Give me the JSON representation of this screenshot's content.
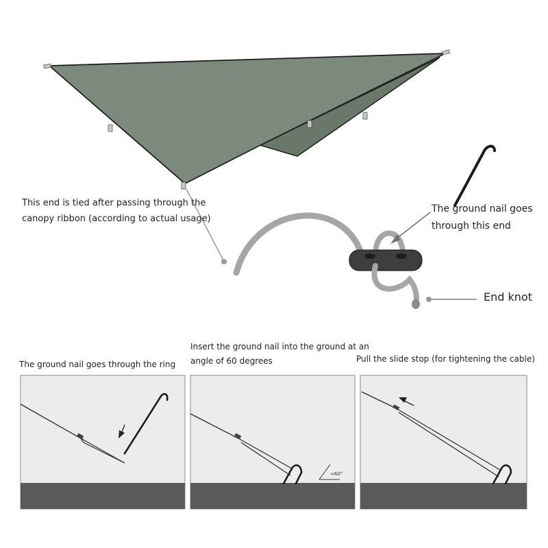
{
  "notes": {
    "tied_end": {
      "line1": "This end is tied after passing through the",
      "line2": "canopy ribbon (according to actual usage)"
    },
    "ground_nail_end": {
      "line1": "The ground nail goes",
      "line2": "through this end"
    },
    "end_knot": "End knot"
  },
  "steps": [
    {
      "caption": "The ground nail goes through the ring"
    },
    {
      "caption_line1": "Insert the ground nail into the ground at an",
      "caption_line2": "angle of 60 degrees",
      "angle_mark": "≈60°"
    },
    {
      "caption": "Pull the slide stop (for tightening the cable)"
    }
  ],
  "colors": {
    "canopy": "#7c8a7b",
    "canopy_under": "#6a7869",
    "cord": "#a6a6a6",
    "ground": "#5a5a5a",
    "panel_bg": "#ececec",
    "stake": "#1c1c1c"
  }
}
